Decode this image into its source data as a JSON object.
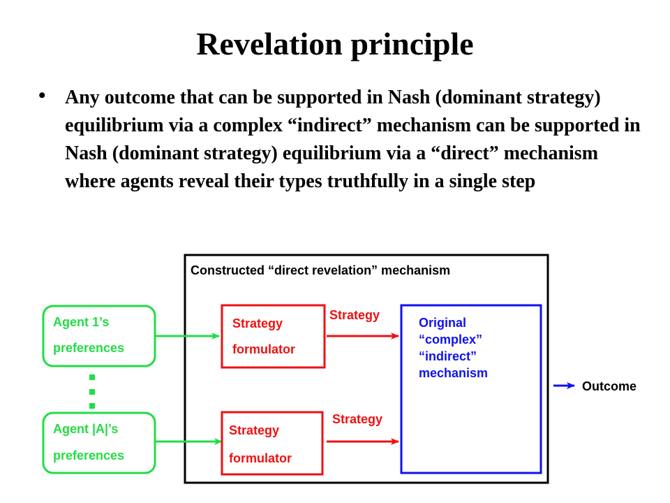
{
  "slide": {
    "title": "Revelation principle",
    "bullet_marker": "•",
    "bullet_text": "Any outcome that can be supported in Nash (dominant strategy) equilibrium via a complex “indirect” mechanism can be supported in Nash (dominant strategy) equilibrium via a “direct” mechanism where agents reveal their types truthfully in a single step"
  },
  "diagram": {
    "outer_box_label": "Constructed “direct revelation” mechanism",
    "agent1": {
      "line1": "Agent 1’s",
      "line2": "preferences"
    },
    "agentA": {
      "line1": "Agent |A|’s",
      "line2": "preferences"
    },
    "formulator1": {
      "line1": "Strategy",
      "line2": "formulator"
    },
    "formulator2": {
      "line1": "Strategy",
      "line2": "formulator"
    },
    "strategy_arrow_1": "Strategy",
    "strategy_arrow_2": "Strategy",
    "original": {
      "line1": "Original",
      "line2": "“complex”",
      "line3": "“indirect”",
      "line4": "mechanism"
    },
    "outcome": "Outcome",
    "colors": {
      "agents": "#22dd44",
      "formulators": "#ee1111",
      "original": "#1111ee",
      "outer": "#000000"
    }
  }
}
